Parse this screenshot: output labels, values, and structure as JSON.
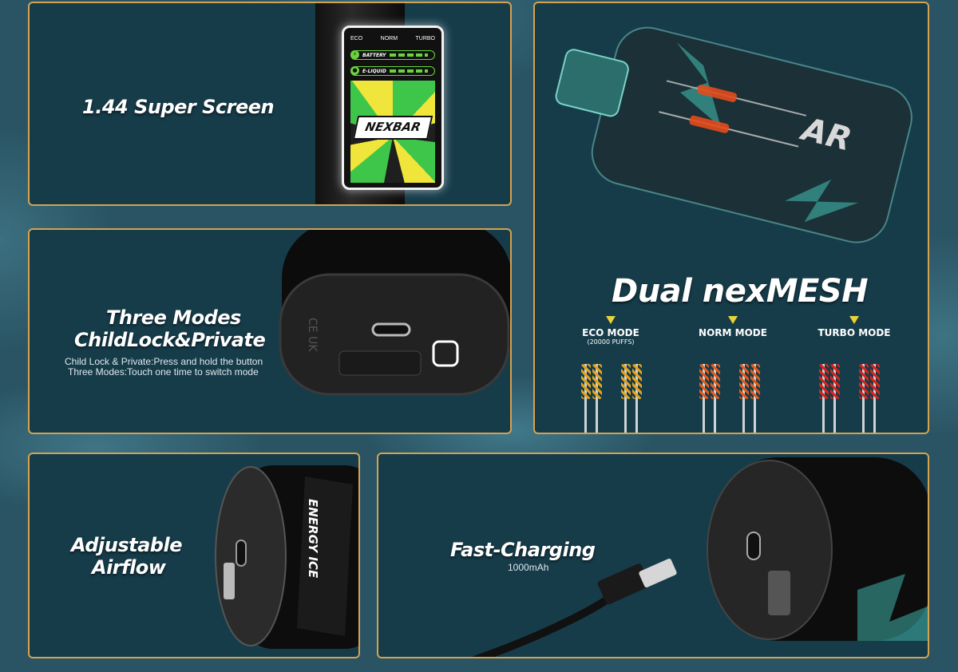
{
  "panel_screen": {
    "title": "1.44 Super Screen",
    "screen_modes": [
      "ECO",
      "NORM",
      "TURBO"
    ],
    "battery_label": "BATTERY",
    "eliquid_label": "E-LIQUID",
    "logo_text": "NEXBAR"
  },
  "panel_modes": {
    "title_line1": "Three Modes",
    "title_line2": "ChildLock&Private",
    "sub_line1": "Child Lock & Private:Press and hold the button",
    "sub_line2": "Three Modes:Touch one time to switch mode"
  },
  "panel_mesh": {
    "title": "Dual nexMESH",
    "modes": [
      {
        "label": "ECO MODE",
        "note": "(20000 PUFFS)",
        "coil_color": "#e3a21c"
      },
      {
        "label": "NORM MODE",
        "note": "",
        "coil_color": "#e35a1c"
      },
      {
        "label": "TURBO MODE",
        "note": "",
        "coil_color": "#d9231c"
      }
    ],
    "accent": "#e8d338"
  },
  "panel_airflow": {
    "title_line1": "Adjustable",
    "title_line2": "Airflow",
    "flavor_text": "ENERGY ICE"
  },
  "panel_charging": {
    "title": "Fast-Charging",
    "sub": "1000mAh"
  },
  "colors": {
    "panel": "#163c4a",
    "border": "#d5a350",
    "background": "#2a5464"
  }
}
